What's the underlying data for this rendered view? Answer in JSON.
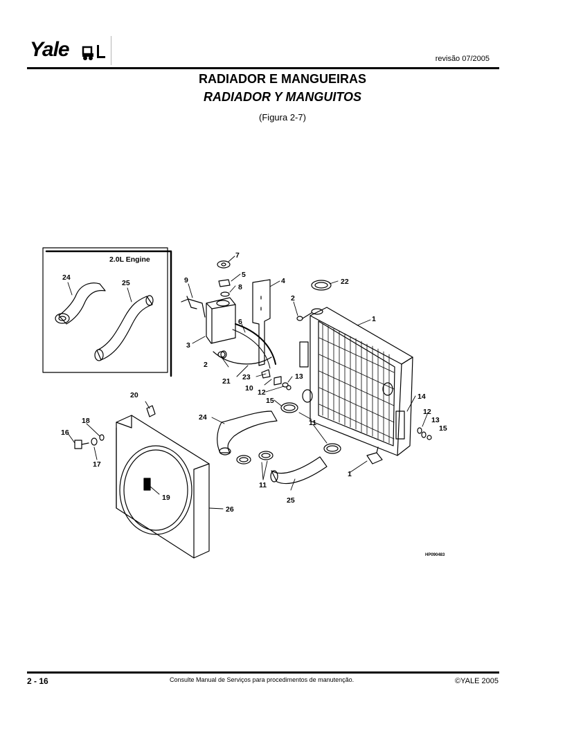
{
  "header": {
    "logo_text": "Yale",
    "revision": "revisão 07/2005"
  },
  "title": {
    "portuguese": "RADIADOR E MANGUEIRAS",
    "spanish": "RADIADOR Y MANGUITOS",
    "figure_ref": "(Figura 2-7)"
  },
  "figure": {
    "inset_title": "2.0L Engine",
    "drawing_code": "HP090483",
    "callouts": [
      "1",
      "2",
      "3",
      "4",
      "5",
      "6",
      "7",
      "8",
      "9",
      "10",
      "11",
      "12",
      "13",
      "14",
      "15",
      "16",
      "17",
      "18",
      "19",
      "20",
      "21",
      "22",
      "23",
      "24",
      "25",
      "26"
    ]
  },
  "footer": {
    "page": "2 - 16",
    "note": "Consulte Manual de Serviços para procedimentos de manutenção.",
    "copyright": "©YALE 2005"
  }
}
